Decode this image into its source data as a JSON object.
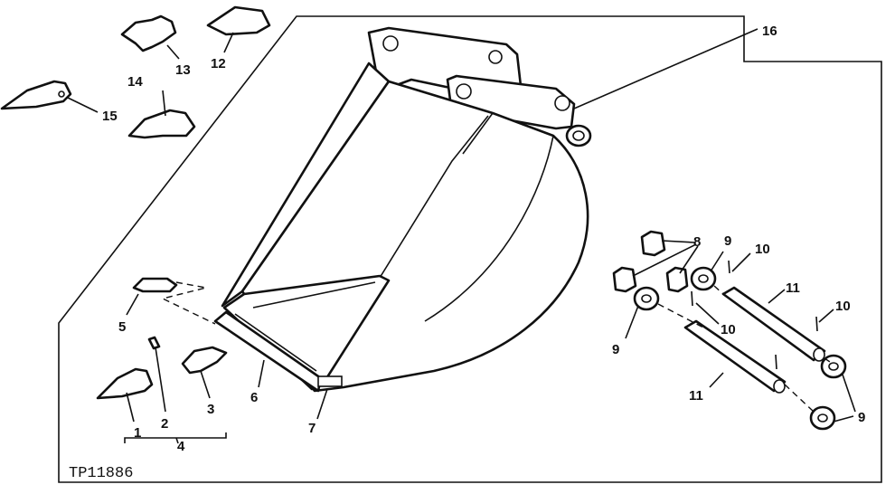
{
  "figure_code": "TP11886",
  "callouts": {
    "c1": "1",
    "c2": "2",
    "c3": "3",
    "c4": "4",
    "c5": "5",
    "c6": "6",
    "c7": "7",
    "c8": "8",
    "c9a": "9",
    "c9b": "9",
    "c9c": "9",
    "c10a": "10",
    "c10b": "10",
    "c10c": "10",
    "c11a": "11",
    "c11b": "11",
    "c12": "12",
    "c13": "13",
    "c14": "14",
    "c15": "15",
    "c16": "16"
  }
}
